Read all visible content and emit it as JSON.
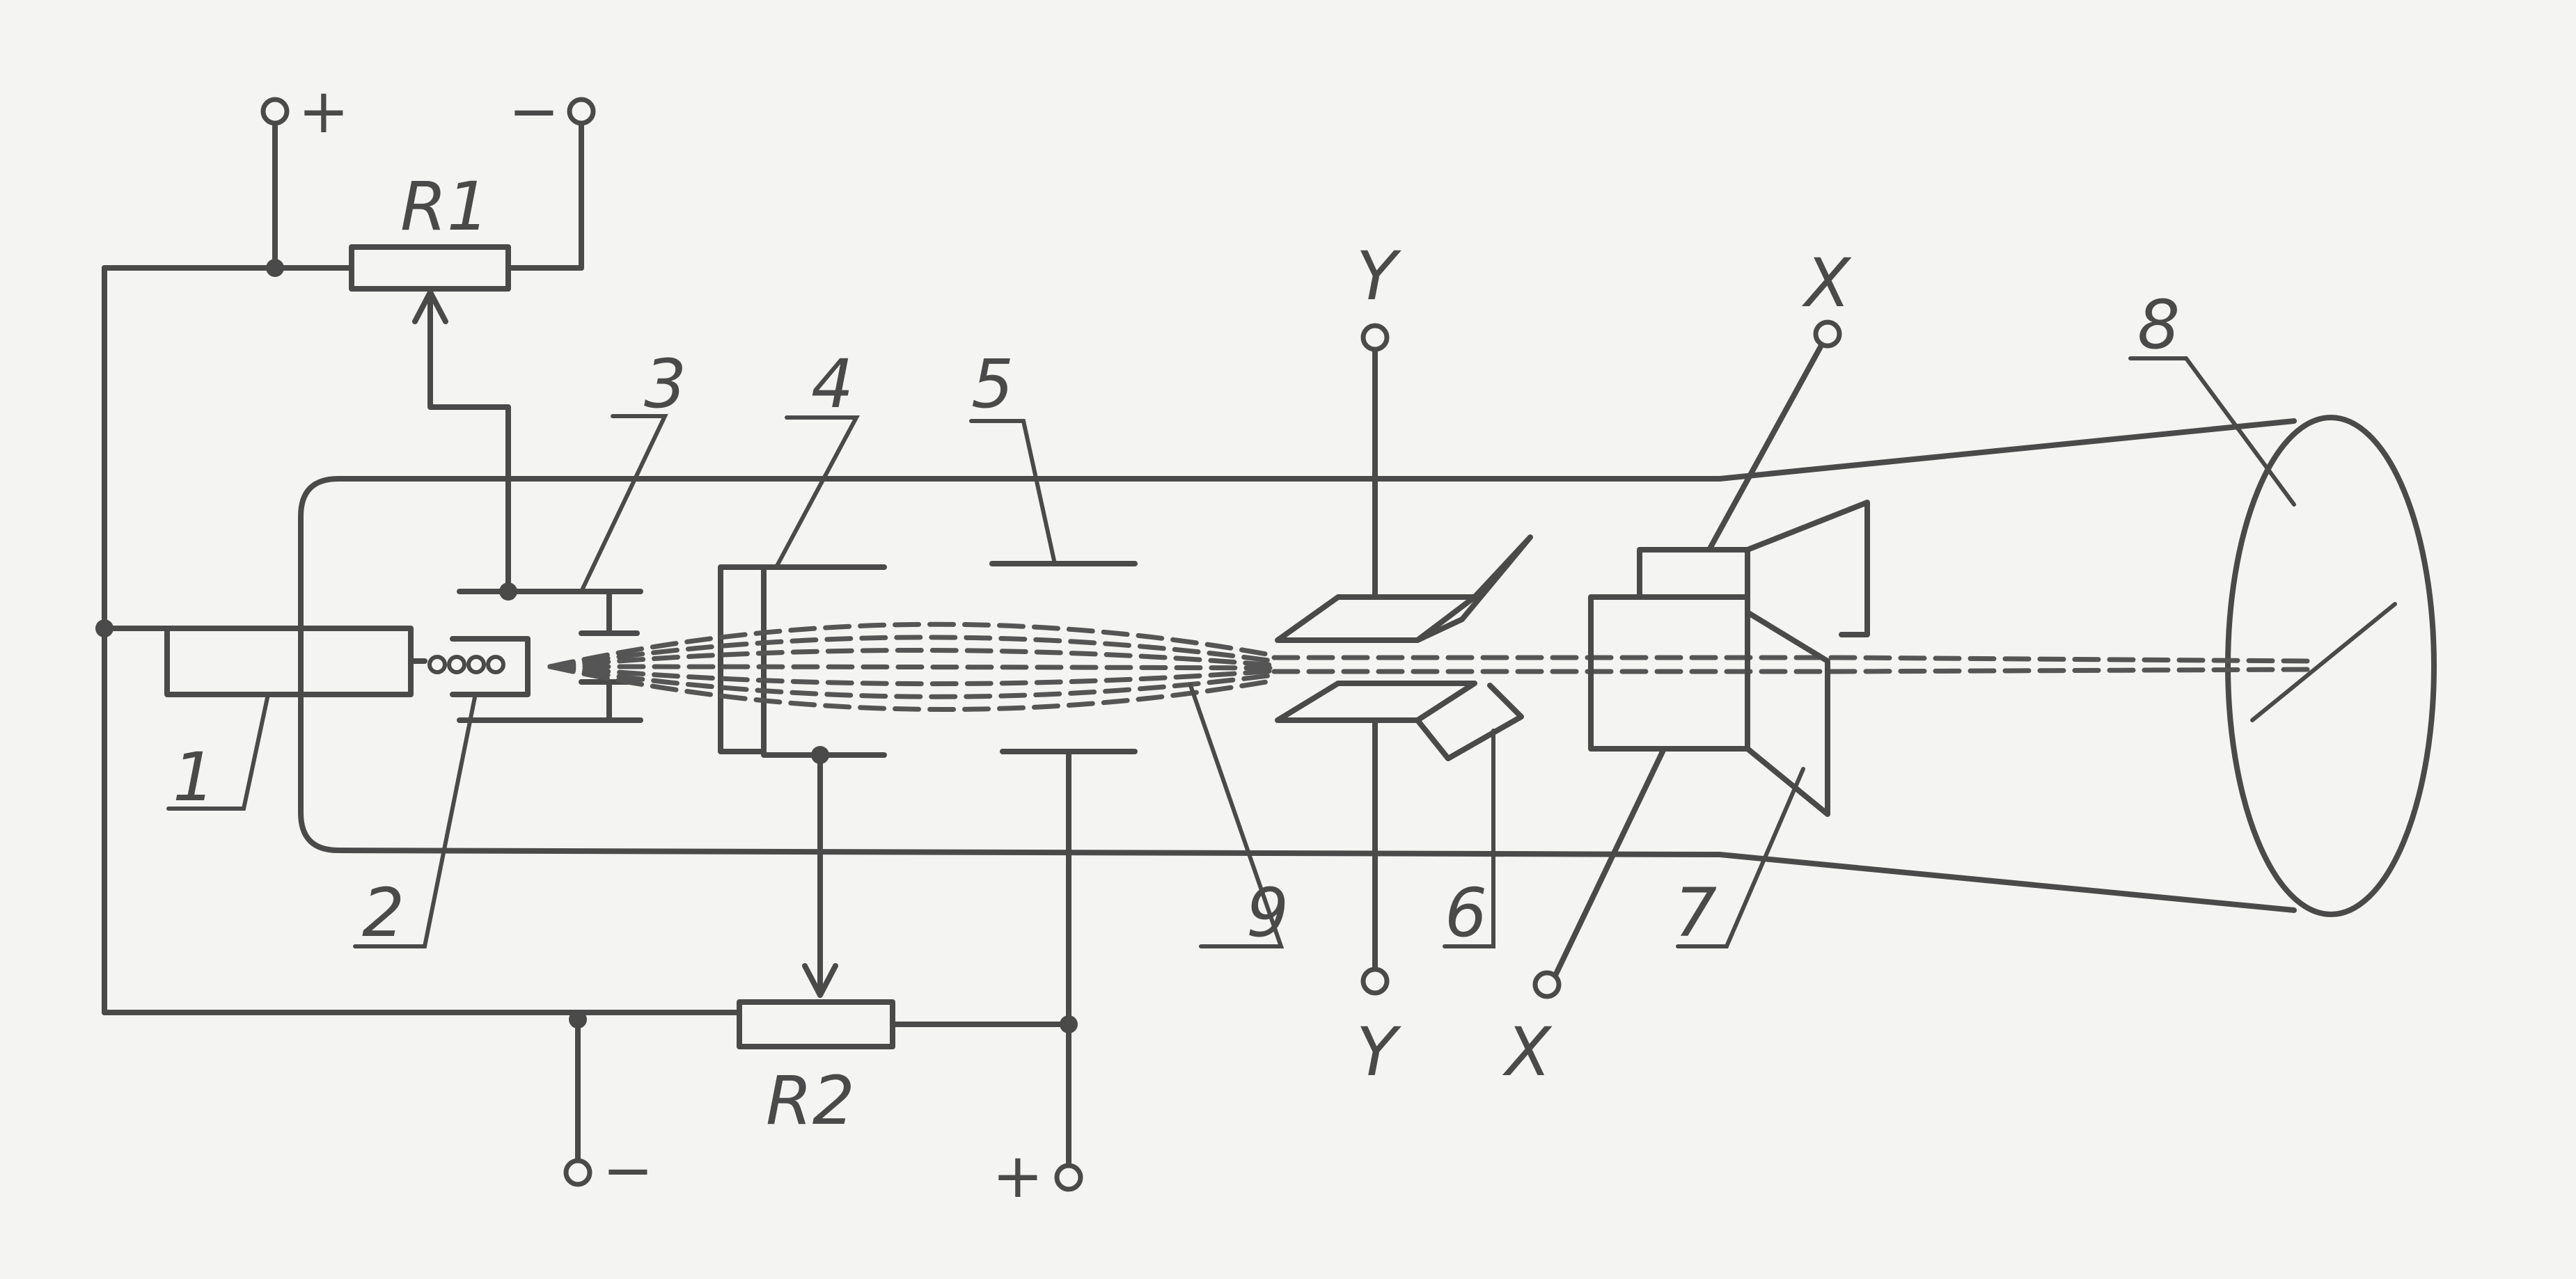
{
  "labels": {
    "r1": "R1",
    "r2": "R2",
    "n1": "1",
    "n2": "2",
    "n3": "3",
    "n4": "4",
    "n5": "5",
    "n6": "6",
    "n7": "7",
    "n8": "8",
    "n9": "9",
    "y_top": "Y",
    "y_bottom": "Y",
    "x_top": "X",
    "x_bottom": "X"
  },
  "terminals": {
    "top_left_plus": "+",
    "top_right_minus": "−",
    "bottom_left_minus": "−",
    "bottom_right_plus": "+"
  },
  "colors": {
    "ink": "#4a4a4a",
    "paper": "#f4f4f2"
  }
}
